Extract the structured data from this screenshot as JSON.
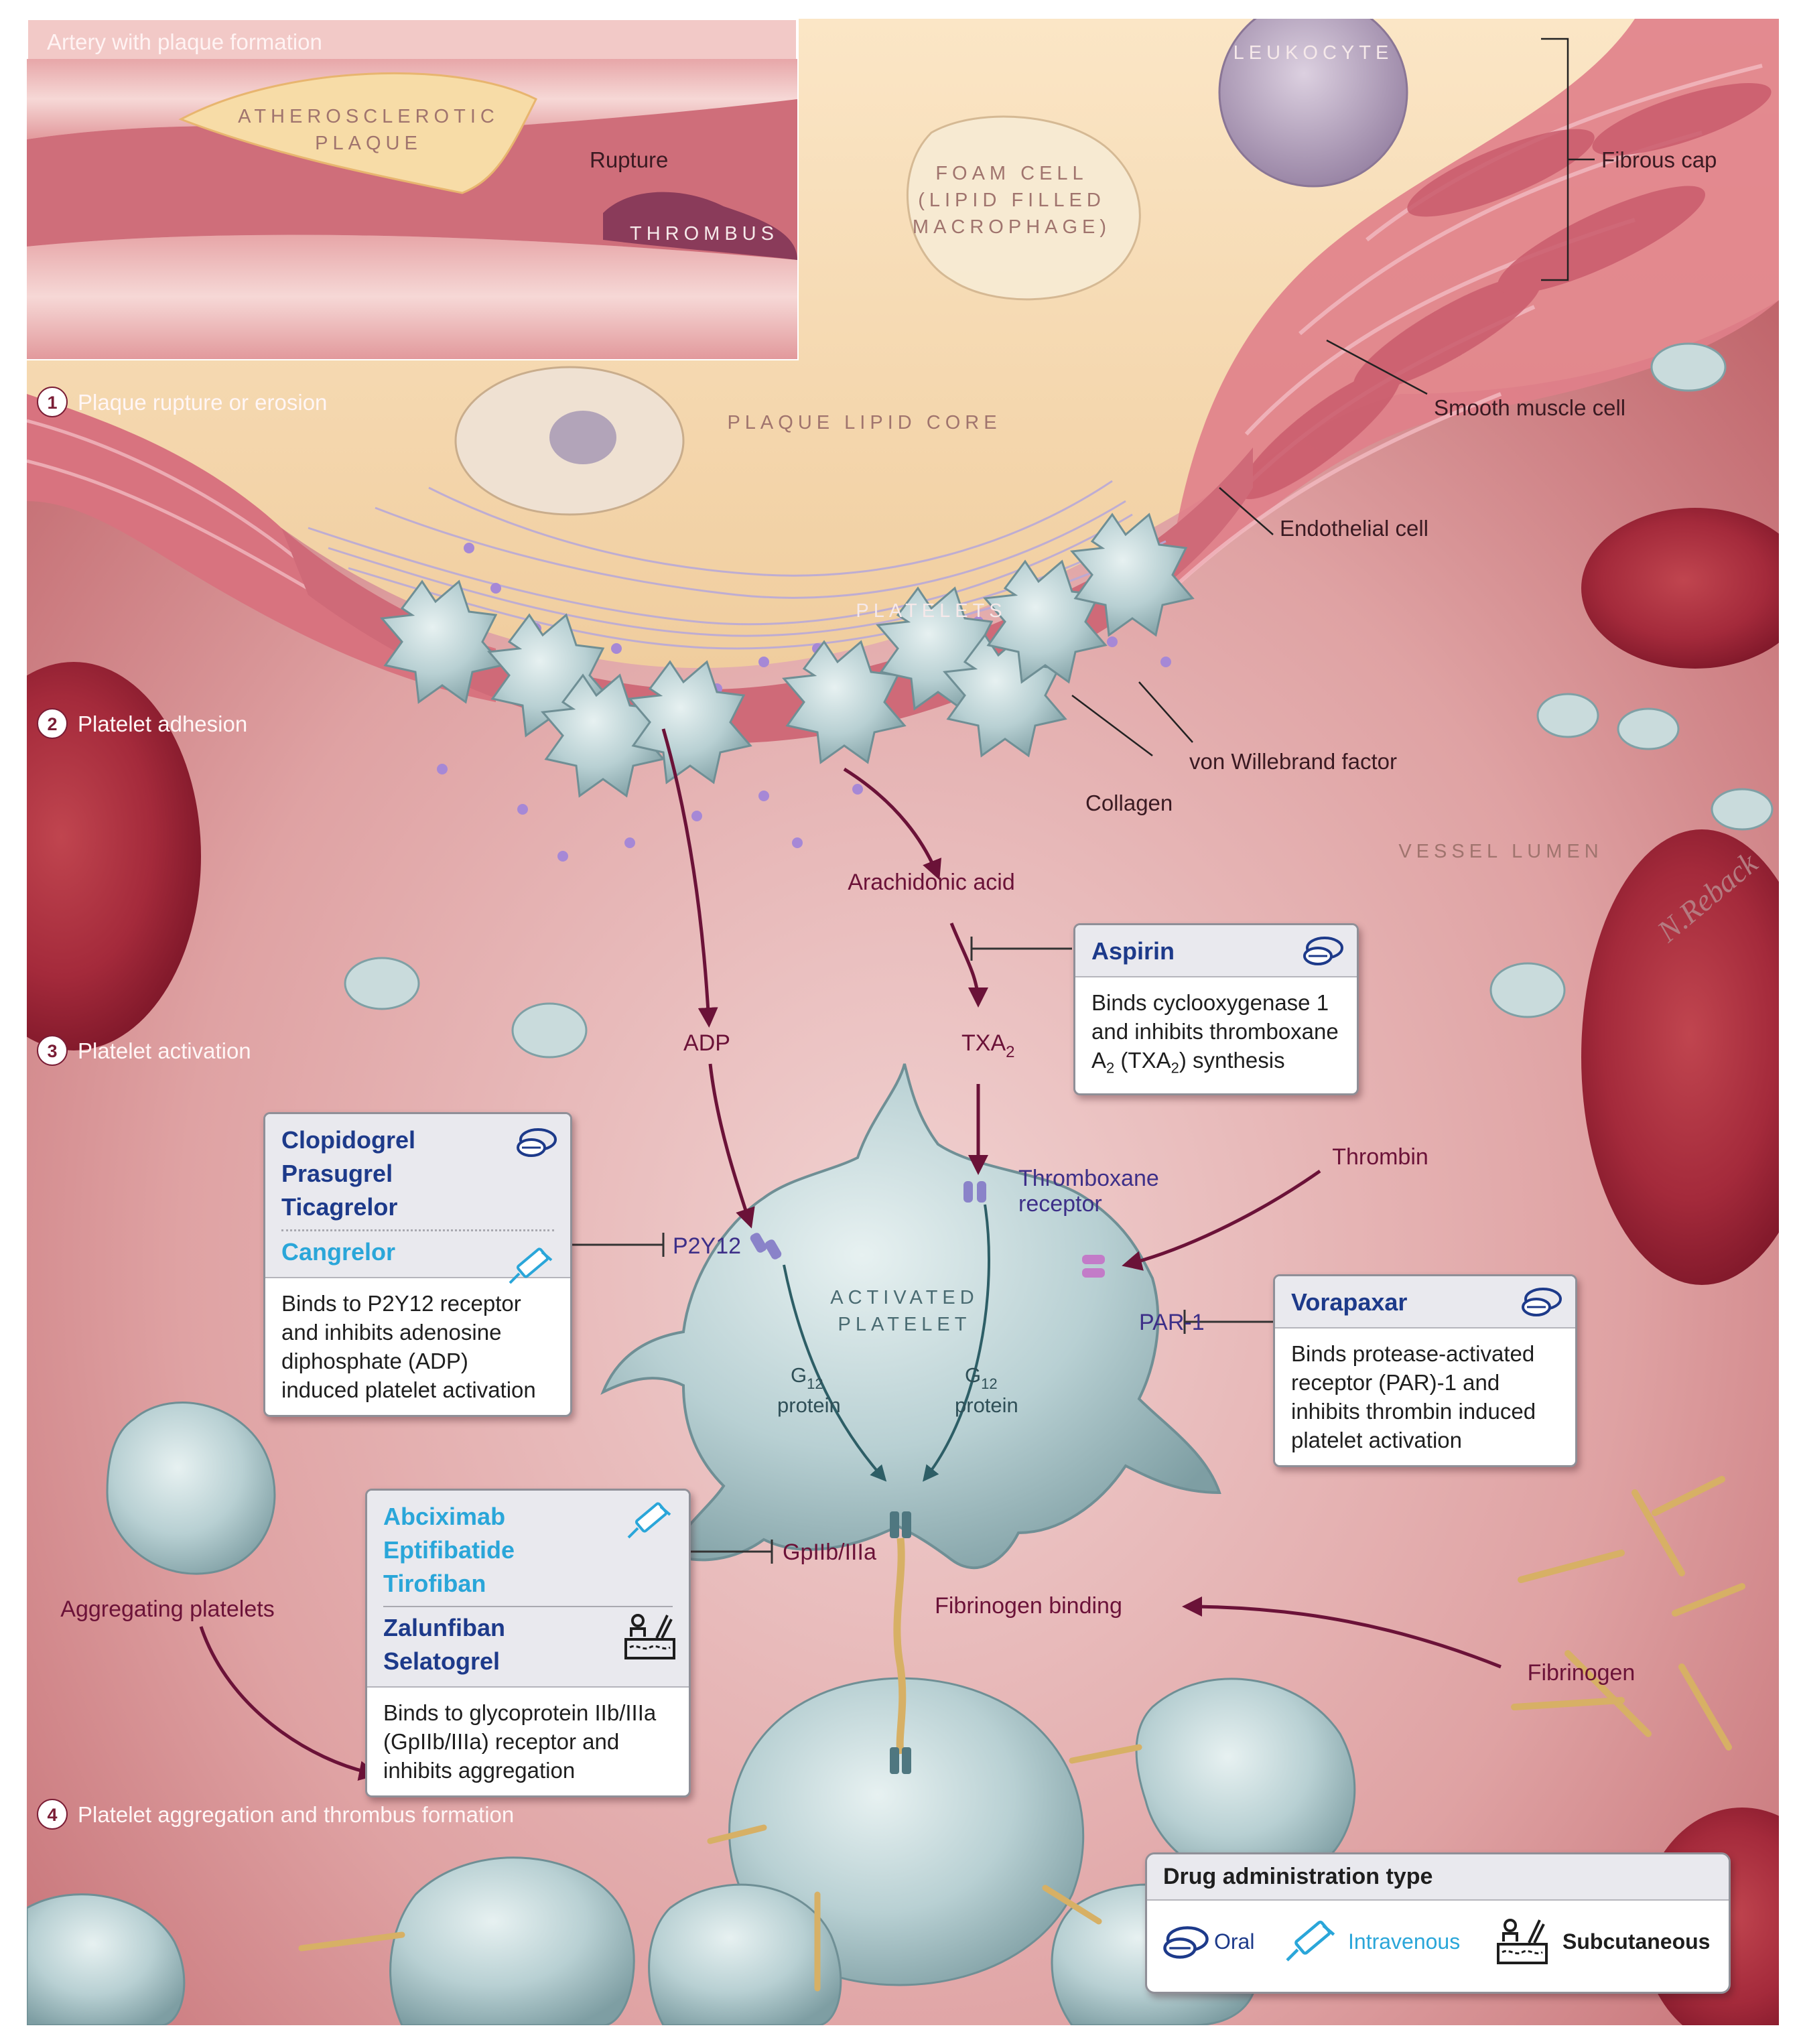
{
  "inset": {
    "title": "Artery with plaque formation",
    "plaque": [
      "ATHEROSCLEROTIC",
      "PLAQUE"
    ],
    "rupture": "Rupture",
    "thrombus": "THROMBUS"
  },
  "structures": {
    "leukocyte": "LEUKOCYTE",
    "foam_cell": [
      "FOAM CELL",
      "(LIPID FILLED",
      "MACROPHAGE)"
    ],
    "fibrous_cap": "Fibrous cap",
    "smooth_muscle": "Smooth muscle cell",
    "lipid_core": "PLAQUE LIPID CORE",
    "endothelial": "Endothelial cell",
    "platelets": "PLATELETS",
    "vwf": "von Willebrand factor",
    "collagen": "Collagen",
    "vessel_lumen": "VESSEL LUMEN",
    "signature": "N.Reback"
  },
  "steps": [
    {
      "num": "1",
      "label": "Plaque rupture or erosion"
    },
    {
      "num": "2",
      "label": "Platelet adhesion"
    },
    {
      "num": "3",
      "label": "Platelet activation"
    },
    {
      "num": "4",
      "label": "Platelet aggregation and thrombus formation"
    }
  ],
  "pathway": {
    "arachidonic": "Arachidonic acid",
    "adp": "ADP",
    "txa2": "TXA",
    "txa2_sub": "2",
    "thrombin": "Thrombin",
    "fibrinogen_binding": "Fibrinogen binding",
    "fibrinogen": "Fibrinogen",
    "aggregating": "Aggregating platelets"
  },
  "receptors": {
    "p2y12": "P2Y12",
    "thromboxane": [
      "Thromboxane",
      "receptor"
    ],
    "par1": "PAR-1",
    "gp": "GpIIb/IIIa"
  },
  "activated_platelet": {
    "label": [
      "ACTIVATED",
      "PLATELET"
    ],
    "g_left": "G",
    "g_left_sub": "12",
    "g_left_word": "protein",
    "g_right": "G",
    "g_right_sub": "12",
    "g_right_word": "protein"
  },
  "drugs": {
    "aspirin": {
      "name": "Aspirin",
      "desc": [
        "Binds cyclooxygenase 1",
        "and inhibits thromboxane"
      ],
      "desc3_a": "A",
      "desc3_sub1": "2",
      "desc3_b": " (TXA",
      "desc3_sub2": "2",
      "desc3_c": ") synthesis",
      "icon": "oral-pill-icon"
    },
    "p2y12": {
      "oral": [
        "Clopidogrel",
        "Prasugrel",
        "Ticagrelor"
      ],
      "iv": [
        "Cangrelor"
      ],
      "desc": [
        "Binds to P2Y12 receptor",
        "and inhibits adenosine",
        "diphosphate (ADP)",
        "induced platelet activation"
      ]
    },
    "vorapaxar": {
      "name": "Vorapaxar",
      "desc": [
        "Binds protease-activated",
        "receptor (PAR)-1 and",
        "inhibits thrombin induced",
        "platelet activation"
      ]
    },
    "gp": {
      "iv": [
        "Abciximab",
        "Eptifibatide",
        "Tirofiban"
      ],
      "subq": [
        "Zalunfiban",
        "Selatogrel"
      ],
      "desc": [
        "Binds to glycoprotein IIb/IIIa",
        "(GpIIb/IIIa) receptor and",
        "inhibits aggregation"
      ]
    }
  },
  "legend": {
    "title": "Drug administration type",
    "oral": "Oral",
    "iv": "Intravenous",
    "subq": "Subcutaneous"
  },
  "colors": {
    "oral_text": "#1d3a8a",
    "iv_text": "#2aa6d9",
    "pathway_arrow": "#6b1238",
    "inhibit_line": "#333333",
    "platelet": "#b9d3d6",
    "vessel": "#d98e91",
    "red_cell": "#a5283b"
  }
}
